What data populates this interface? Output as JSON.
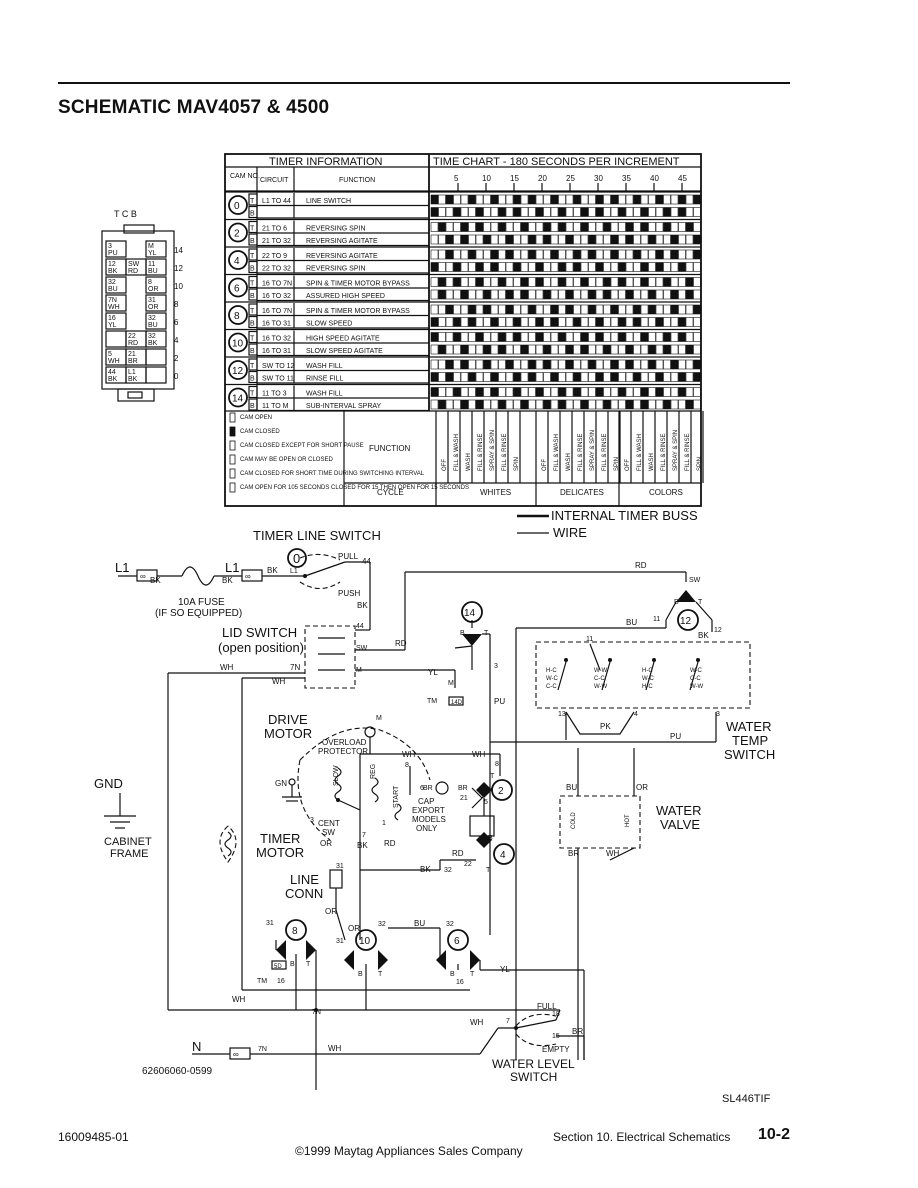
{
  "header": {
    "title": "SCHEMATIC MAV4057 & 4500"
  },
  "connector": {
    "top_labels": [
      "T",
      "C",
      "B"
    ],
    "rows": [
      {
        "left": "3\nPU",
        "right": "M\nYL",
        "num": "14"
      },
      {
        "left": "12\nBK",
        "mid": "SW\nRD",
        "right": "11\nBU",
        "num": "12"
      },
      {
        "left": "32\nBU",
        "right": "8\nOR",
        "num": "10"
      },
      {
        "left": "7N\nWH",
        "right": "31\nOR",
        "num": "8"
      },
      {
        "left": "16\nYL",
        "right": "32\nBU",
        "num": "6"
      },
      {
        "left": "",
        "mid": "22\nRD",
        "right": "32\nBK",
        "num": "4"
      },
      {
        "left": "5\nWH",
        "mid": "21\nBR",
        "right": "",
        "num": "2"
      },
      {
        "left": "44\nBK",
        "mid": "L1\nBK",
        "right": "",
        "num": "0"
      }
    ]
  },
  "timer_table": {
    "header_left": "TIMER INFORMATION",
    "header_right": "TIME CHART - 180 SECONDS PER INCREMENT",
    "col_cam": "CAM NO.",
    "col_circuit": "CIRCUIT",
    "col_function": "FUNCTION",
    "scale": [
      "5",
      "10",
      "15",
      "20",
      "25",
      "30",
      "35",
      "40",
      "45"
    ],
    "cams": [
      {
        "num": "0",
        "rows": [
          {
            "tb": "T",
            "circuit": "L1 TO 44",
            "function": "LINE SWITCH"
          },
          {
            "tb": "B",
            "circuit": "",
            "function": ""
          }
        ]
      },
      {
        "num": "2",
        "rows": [
          {
            "tb": "T",
            "circuit": "21 TO 6",
            "function": "REVERSING SPIN"
          },
          {
            "tb": "B",
            "circuit": "21 TO 32",
            "function": "REVERSING AGITATE"
          }
        ]
      },
      {
        "num": "4",
        "rows": [
          {
            "tb": "T",
            "circuit": "22 TO 9",
            "function": "REVERSING AGITATE"
          },
          {
            "tb": "B",
            "circuit": "22 TO 32",
            "function": "REVERSING SPIN"
          }
        ]
      },
      {
        "num": "6",
        "rows": [
          {
            "tb": "T",
            "circuit": "16 TO 7N",
            "function": "SPIN & TIMER MOTOR BYPASS"
          },
          {
            "tb": "B",
            "circuit": "16 TO 32",
            "function": "ASSURED HIGH SPEED"
          }
        ]
      },
      {
        "num": "8",
        "rows": [
          {
            "tb": "T",
            "circuit": "16 TO 7N",
            "function": "SPIN & TIMER MOTOR BYPASS"
          },
          {
            "tb": "B",
            "circuit": "16 TO 31",
            "function": "SLOW SPEED"
          }
        ]
      },
      {
        "num": "10",
        "rows": [
          {
            "tb": "T",
            "circuit": "16 TO 32",
            "function": "HIGH SPEED AGITATE"
          },
          {
            "tb": "B",
            "circuit": "16 TO 31",
            "function": "SLOW SPEED AGITATE"
          }
        ]
      },
      {
        "num": "12",
        "rows": [
          {
            "tb": "T",
            "circuit": "SW TO 12",
            "function": "WASH FILL"
          },
          {
            "tb": "B",
            "circuit": "SW TO 11",
            "function": "RINSE FILL"
          }
        ]
      },
      {
        "num": "14",
        "rows": [
          {
            "tb": "T",
            "circuit": "11 TO 3",
            "function": "WASH FILL"
          },
          {
            "tb": "B",
            "circuit": "11 TO M",
            "function": "SUB-INTERVAL SPRAY"
          }
        ]
      }
    ],
    "legend": [
      "CAM OPEN",
      "CAM CLOSED",
      "CAM CLOSED EXCEPT FOR SHORT PAUSE",
      "CAM MAY BE OPEN OR CLOSED",
      "CAM CLOSED FOR SHORT TIME DURING SWITCHING INTERVAL",
      "CAM OPEN FOR 105 SECONDS CLOSED FOR 15 THEN OPEN FOR 15 SECONDS"
    ],
    "function_label": "FUNCTION",
    "cycle_label": "CYCLE",
    "cycles": [
      "WHITES",
      "DELICATES",
      "COLORS"
    ],
    "function_segments": [
      "OFF",
      "FILL & WASH",
      "WASH",
      "FILL & RINSE",
      "SPRAY & SPIN",
      "FILL & RINSE",
      "SPIN"
    ]
  },
  "buss_legend": {
    "internal": "INTERNAL TIMER BUSS",
    "wire": "WIRE"
  },
  "schematic": {
    "timer_line_switch": "TIMER LINE SWITCH",
    "pull": "PULL",
    "push": "PUSH",
    "l1": "L1",
    "n": "N",
    "fuse": "10A FUSE",
    "fuse_note": "(IF SO EQUIPPED)",
    "lid_switch": "LID SWITCH",
    "lid_note": "(open position)",
    "drive_motor_1": "DRIVE",
    "drive_motor_2": "MOTOR",
    "overload_1": "OVERLOAD",
    "overload_2": "PROTECTOR",
    "cap_1": "CAP",
    "cap_2": "EXPORT",
    "cap_3": "MODELS",
    "cap_4": "ONLY",
    "cent_1": "CENT",
    "cent_2": "SW",
    "slow": "SLOW",
    "reg": "REG",
    "start": "START",
    "timer_motor_1": "TIMER",
    "timer_motor_2": "MOTOR",
    "line_conn_1": "LINE",
    "line_conn_2": "CONN",
    "gnd": "GND",
    "cabinet_1": "CABINET",
    "cabinet_2": "FRAME",
    "water_temp_1": "WATER",
    "water_temp_2": "TEMP",
    "water_temp_3": "SWITCH",
    "water_valve_1": "WATER",
    "water_valve_2": "VALVE",
    "water_level_1": "WATER LEVEL",
    "water_level_2": "SWITCH",
    "full": "FULL",
    "empty": "EMPTY",
    "cold": "COLD",
    "hot": "HOT",
    "switch_labels": [
      "H-C",
      "W-C",
      "C-C",
      "W-W",
      "C-C",
      "W-W",
      "H-C",
      "W-C",
      "H-C",
      "W-C",
      "C-C",
      "W-W"
    ],
    "wire_labels": [
      "BK",
      "BK",
      "RD",
      "BK",
      "YL",
      "WH",
      "WH",
      "YL",
      "PU",
      "RD",
      "BU",
      "BK",
      "PU",
      "PK",
      "BU",
      "OR",
      "BR",
      "WH",
      "BK",
      "OR",
      "RD",
      "BK",
      "WH",
      "WH",
      "BR",
      "BR",
      "OR",
      "BU",
      "YL",
      "WH",
      "WH",
      "BR",
      "WH",
      "GN",
      "TM"
    ],
    "terminals": [
      "44",
      "SW",
      "12",
      "11",
      "11",
      "M",
      "3",
      "13",
      "4",
      "3",
      "7N",
      "M",
      "TM",
      "8",
      "6",
      "21",
      "5",
      "3",
      "7",
      "31",
      "32",
      "31",
      "32",
      "22",
      "16",
      "7N",
      "18",
      "15",
      "7",
      "7N",
      "16",
      "14D",
      "5D"
    ],
    "catalog": "62606060-0599",
    "sl": "SL446TIF"
  },
  "footer": {
    "left": "16009485-01",
    "section": "Section 10.  Electrical Schematics",
    "page": "10-2",
    "copyright": "©1999 Maytag Appliances Sales Company"
  }
}
